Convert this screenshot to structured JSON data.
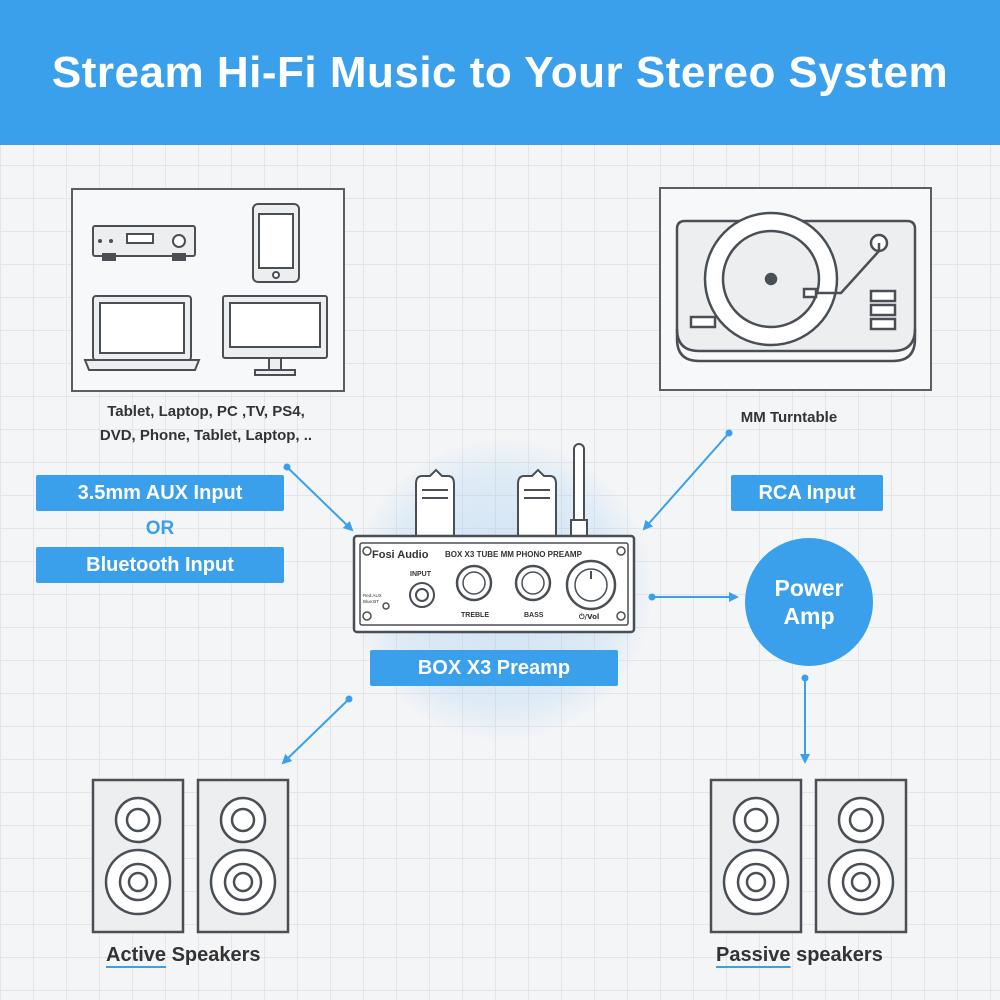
{
  "header": {
    "title": "Stream Hi-Fi Music to Your Stereo System"
  },
  "sources": {
    "devices_caption_line1": "Tablet, Laptop, PC ,TV, PS4,",
    "devices_caption_line2": "DVD, Phone, Tablet, Laptop, ..",
    "turntable_caption": "MM Turntable"
  },
  "inputs": {
    "aux": "3.5mm AUX Input",
    "or": "OR",
    "bluetooth": "Bluetooth Input",
    "rca": "RCA Input"
  },
  "preamp": {
    "brand": "Fosi Audio",
    "model_text": "BOX X3 TUBE MM PHONO PREAMP",
    "input_label": "INPUT",
    "treble_label": "TREBLE",
    "bass_label": "BASS",
    "vol_label": "⏻/Vol",
    "led_line1": "Red:AUX",
    "led_line2": "Blue:BT",
    "name_tag": "BOX X3 Preamp"
  },
  "power_amp": {
    "line1": "Power",
    "line2": "Amp"
  },
  "outputs": {
    "active_prefix": "Active",
    "active_suffix": " Speakers",
    "passive_prefix": "Passive",
    "passive_suffix": " speakers"
  },
  "colors": {
    "accent": "#3ba0ec",
    "outline": "#4a4f56"
  }
}
